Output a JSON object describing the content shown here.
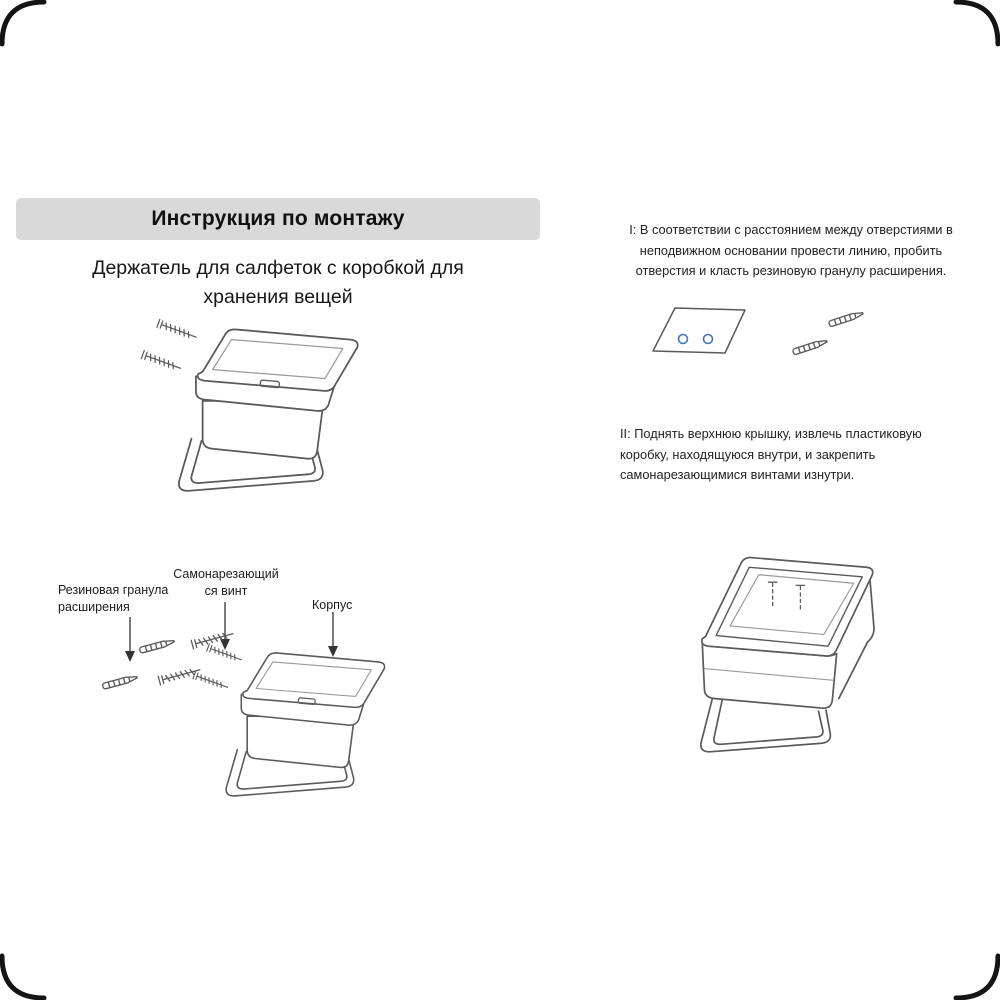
{
  "page": {
    "header": {
      "title": "Инструкция по монтажу"
    },
    "product_title": "Держатель для салфеток с коробкой для хранения вещей",
    "steps": {
      "step1": "I: В соответствии с расстоянием между отверстиями в неподвижном основании провести линию, пробить отверстия и класть резиновую гранулу расширения.",
      "step2": "II: Поднять верхнюю крышку, извлечь пластиковую коробку, находящуюся внутри, и закрепить самонарезающимися винтами изнутри."
    },
    "part_labels": {
      "rubber_granule": "Резиновая гранула расширения",
      "self_tapping_screw": "Самонарезающийся винт",
      "body": "Корпус"
    },
    "figures": {
      "main_product": "napkin-holder-closed",
      "mounting_plate": "wall-plate-with-two-holes",
      "exploded_view": "fasteners-and-body",
      "open_product": "napkin-holder-open"
    },
    "colors": {
      "header_bg": "#d9d9d9",
      "drawing_line": "#5a5a5a",
      "hole_accent": "#4472c4",
      "text": "#1f1f1f"
    }
  }
}
